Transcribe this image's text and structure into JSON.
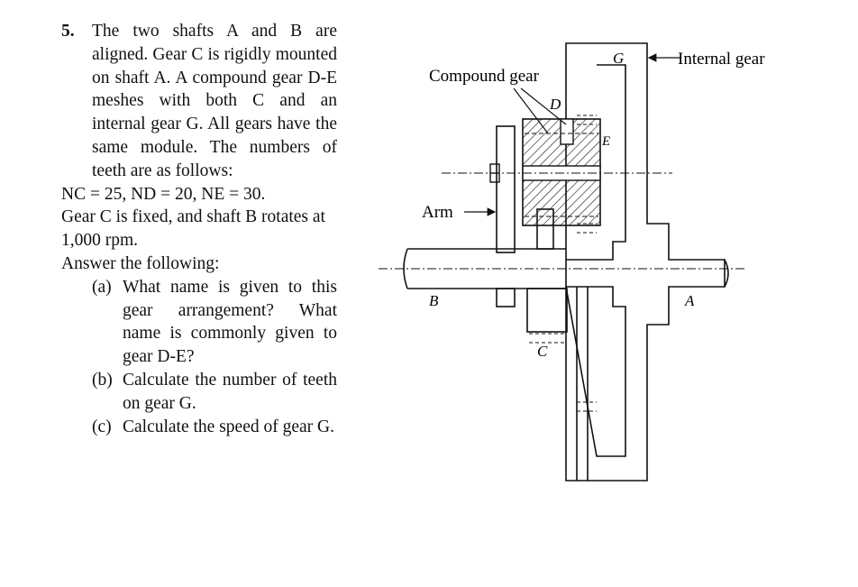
{
  "question": {
    "number": "5.",
    "intro": "The two shafts A and B are aligned. Gear C is rigidly mounted on shaft A. A compound gear D-E meshes with both C and an internal gear G. All gears have the same module. The numbers of teeth are as follows:",
    "teeth": "NC = 25, ND = 20, NE = 30.",
    "condition": "Gear C is fixed, and shaft B rotates at 1,000 rpm.",
    "prompt": "Answer the following:",
    "parts": [
      {
        "label": "(a)",
        "text": "What name is given to this gear arrangement? What name is commonly given to gear D-E?"
      },
      {
        "label": "(b)",
        "text": "Calculate the number of teeth on gear G."
      },
      {
        "label": "(c)",
        "text": "Calculate the speed of gear G."
      }
    ]
  },
  "diagram": {
    "labels": {
      "compound_gear": "Compound gear",
      "internal_gear": "Internal gear",
      "arm": "Arm",
      "G": "G",
      "D": "D",
      "E": "E",
      "C": "C",
      "A": "A",
      "B": "B"
    }
  }
}
